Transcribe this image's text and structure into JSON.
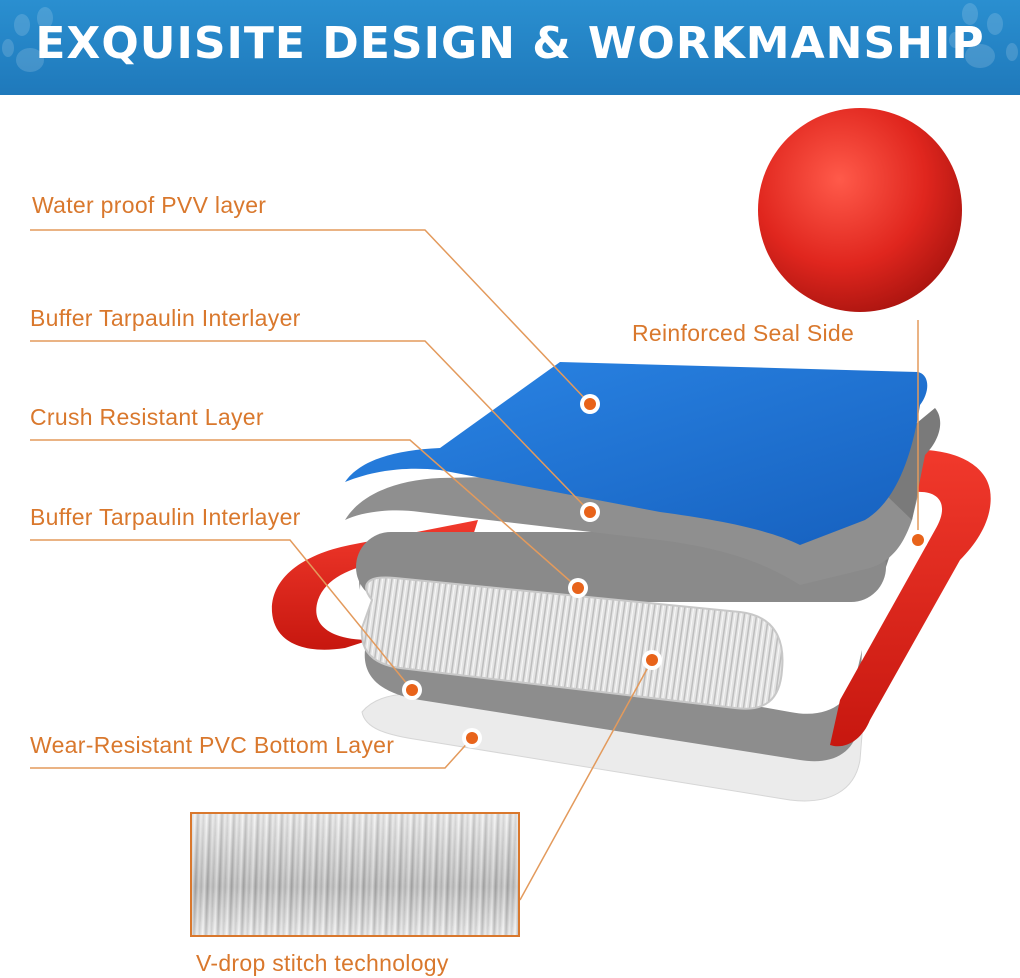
{
  "banner": {
    "title": "EXQUISITE DESIGN & WORKMANSHIP"
  },
  "callouts": {
    "top_layer": "Water proof PVV layer",
    "buffer_upper": "Buffer Tarpaulin Interlayer",
    "crush_layer": "Crush Resistant Layer",
    "buffer_lower": "Buffer Tarpaulin Interlayer",
    "bottom_layer": "Wear-Resistant PVC Bottom Layer",
    "seal_side": "Reinforced Seal Side",
    "stitch": "V-drop stitch technology"
  },
  "icons": [
    "paw-print-icon",
    "callout-marker-icon"
  ],
  "colors": {
    "banner": "#1f79bb",
    "label_text": "#d9782d",
    "leader_line": "#e0904a",
    "top_layer": "#1d6fcc",
    "interlayer": "#8a8a8a",
    "seal_side": "#e0261e",
    "bottom_layer": "#e9e9e9",
    "marker": "#e8631a"
  }
}
